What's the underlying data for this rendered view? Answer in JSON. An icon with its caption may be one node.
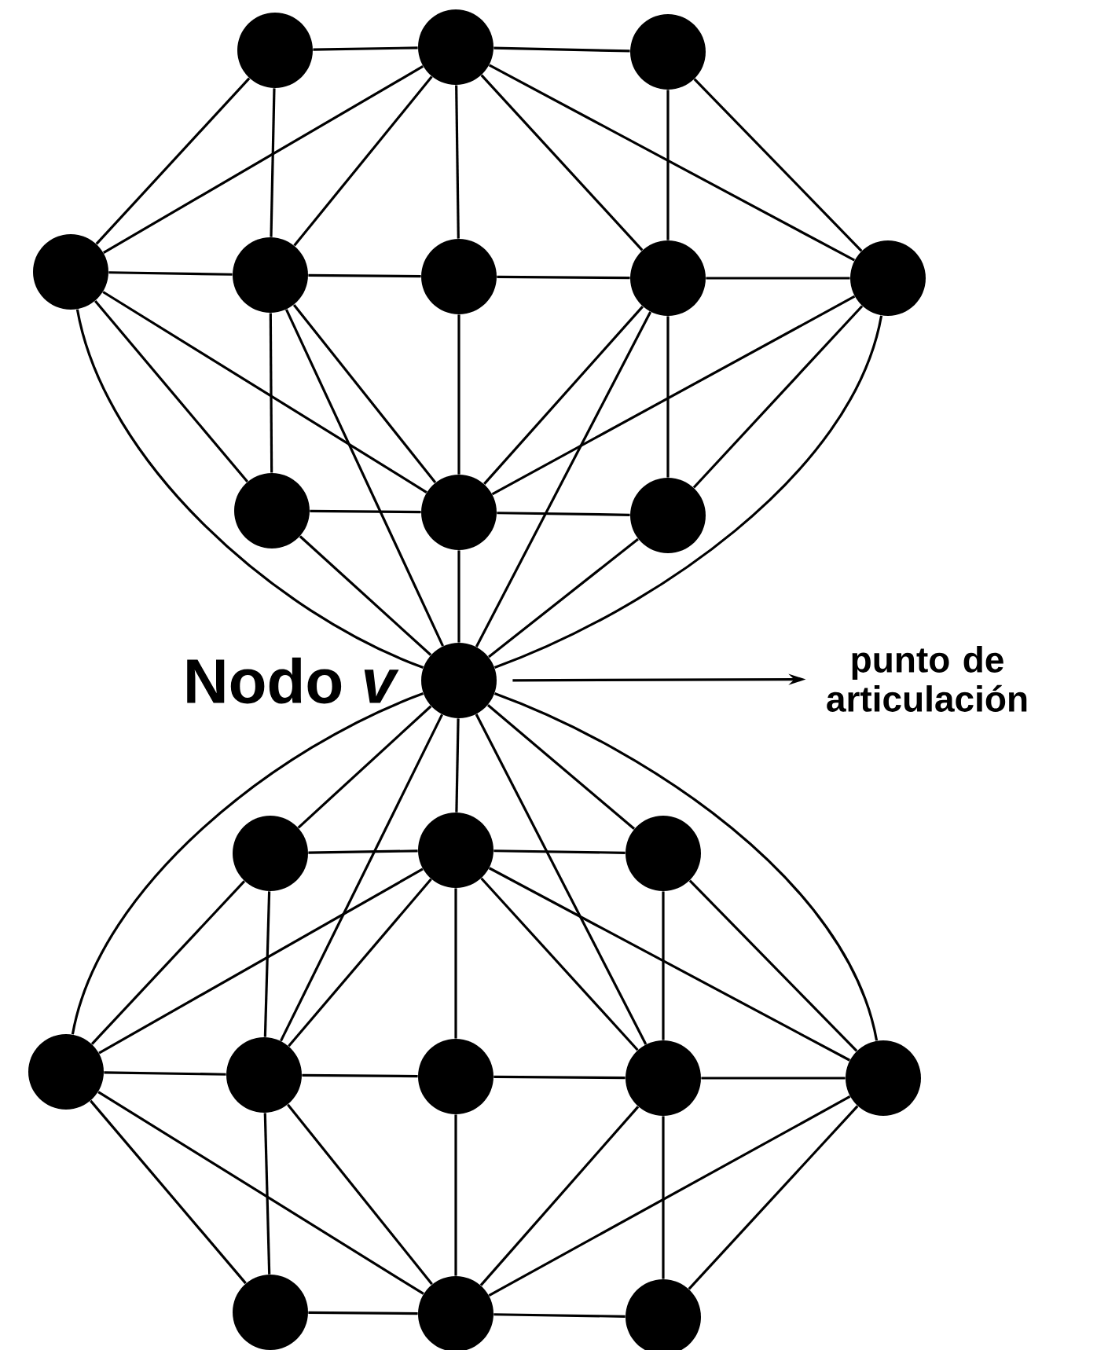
{
  "diagram": {
    "nodes": [
      {
        "text": [],
        "shape": "circle"
      },
      {
        "text": [],
        "shape": "circle"
      },
      {
        "text": [],
        "shape": "circle"
      },
      {
        "text": [],
        "shape": "circle"
      },
      {
        "text": [],
        "shape": "circle"
      },
      {
        "text": [],
        "shape": "circle"
      },
      {
        "text": [],
        "shape": "circle"
      },
      {
        "text": [],
        "shape": "circle"
      },
      {
        "text": [],
        "shape": "circle"
      },
      {
        "text": [],
        "shape": "circle"
      },
      {
        "text": [],
        "shape": "circle"
      },
      {
        "text": [],
        "shape": "circle",
        "beside": [
          "Nodo *v*"
        ]
      },
      {
        "text": [
          "punto de articulación"
        ]
      },
      {
        "text": [],
        "shape": "circle"
      },
      {
        "text": [],
        "shape": "circle"
      },
      {
        "text": [],
        "shape": "circle"
      },
      {
        "text": [],
        "shape": "circle"
      },
      {
        "text": [],
        "shape": "circle"
      },
      {
        "text": [],
        "shape": "circle"
      },
      {
        "text": [],
        "shape": "circle"
      },
      {
        "text": [],
        "shape": "circle"
      },
      {
        "text": [],
        "shape": "circle"
      },
      {
        "text": [],
        "shape": "circle"
      },
      {
        "text": [],
        "shape": "circle"
      }
    ],
    "edges": [
      {
        "from": 0,
        "to": 1,
        "arrow": "none"
      },
      {
        "from": 1,
        "to": 2,
        "arrow": "none"
      },
      {
        "from": 0,
        "to": 3,
        "arrow": "none"
      },
      {
        "from": 0,
        "to": 4,
        "arrow": "none"
      },
      {
        "from": 1,
        "to": 3,
        "arrow": "none"
      },
      {
        "from": 1,
        "to": 4,
        "arrow": "none"
      },
      {
        "from": 1,
        "to": 5,
        "arrow": "none"
      },
      {
        "from": 1,
        "to": 6,
        "arrow": "none"
      },
      {
        "from": 1,
        "to": 7,
        "arrow": "none"
      },
      {
        "from": 2,
        "to": 6,
        "arrow": "none"
      },
      {
        "from": 2,
        "to": 7,
        "arrow": "none"
      },
      {
        "from": 3,
        "to": 4,
        "arrow": "none"
      },
      {
        "from": 4,
        "to": 5,
        "arrow": "none"
      },
      {
        "from": 5,
        "to": 6,
        "arrow": "none"
      },
      {
        "from": 6,
        "to": 7,
        "arrow": "none"
      },
      {
        "from": 3,
        "to": 11,
        "arrow": "none"
      },
      {
        "from": 3,
        "to": 8,
        "arrow": "none"
      },
      {
        "from": 3,
        "to": 9,
        "arrow": "none"
      },
      {
        "from": 4,
        "to": 8,
        "arrow": "none"
      },
      {
        "from": 4,
        "to": 11,
        "arrow": "none"
      },
      {
        "from": 4,
        "to": 9,
        "arrow": "none"
      },
      {
        "from": 5,
        "to": 9,
        "arrow": "none"
      },
      {
        "from": 6,
        "to": 9,
        "arrow": "none"
      },
      {
        "from": 6,
        "to": 11,
        "arrow": "none"
      },
      {
        "from": 6,
        "to": 10,
        "arrow": "none"
      },
      {
        "from": 7,
        "to": 9,
        "arrow": "none"
      },
      {
        "from": 7,
        "to": 10,
        "arrow": "none"
      },
      {
        "from": 7,
        "to": 11,
        "arrow": "none"
      },
      {
        "from": 8,
        "to": 9,
        "arrow": "none"
      },
      {
        "from": 9,
        "to": 10,
        "arrow": "none"
      },
      {
        "from": 8,
        "to": 11,
        "arrow": "none"
      },
      {
        "from": 9,
        "to": 11,
        "arrow": "none"
      },
      {
        "from": 10,
        "to": 11,
        "arrow": "none"
      },
      {
        "from": 11,
        "to": 12,
        "arrow": "to"
      },
      {
        "from": 11,
        "to": 16,
        "arrow": "none"
      },
      {
        "from": 11,
        "to": 13,
        "arrow": "none"
      },
      {
        "from": 11,
        "to": 17,
        "arrow": "none"
      },
      {
        "from": 11,
        "to": 14,
        "arrow": "none"
      },
      {
        "from": 11,
        "to": 19,
        "arrow": "none"
      },
      {
        "from": 11,
        "to": 15,
        "arrow": "none"
      },
      {
        "from": 11,
        "to": 20,
        "arrow": "none"
      },
      {
        "from": 13,
        "to": 14,
        "arrow": "none"
      },
      {
        "from": 14,
        "to": 15,
        "arrow": "none"
      },
      {
        "from": 13,
        "to": 16,
        "arrow": "none"
      },
      {
        "from": 13,
        "to": 17,
        "arrow": "none"
      },
      {
        "from": 14,
        "to": 16,
        "arrow": "none"
      },
      {
        "from": 14,
        "to": 17,
        "arrow": "none"
      },
      {
        "from": 14,
        "to": 18,
        "arrow": "none"
      },
      {
        "from": 14,
        "to": 19,
        "arrow": "none"
      },
      {
        "from": 14,
        "to": 20,
        "arrow": "none"
      },
      {
        "from": 15,
        "to": 19,
        "arrow": "none"
      },
      {
        "from": 15,
        "to": 20,
        "arrow": "none"
      },
      {
        "from": 16,
        "to": 17,
        "arrow": "none"
      },
      {
        "from": 17,
        "to": 18,
        "arrow": "none"
      },
      {
        "from": 18,
        "to": 19,
        "arrow": "none"
      },
      {
        "from": 19,
        "to": 20,
        "arrow": "none"
      },
      {
        "from": 16,
        "to": 21,
        "arrow": "none"
      },
      {
        "from": 16,
        "to": 22,
        "arrow": "none"
      },
      {
        "from": 17,
        "to": 21,
        "arrow": "none"
      },
      {
        "from": 17,
        "to": 22,
        "arrow": "none"
      },
      {
        "from": 18,
        "to": 22,
        "arrow": "none"
      },
      {
        "from": 19,
        "to": 22,
        "arrow": "none"
      },
      {
        "from": 19,
        "to": 23,
        "arrow": "none"
      },
      {
        "from": 20,
        "to": 22,
        "arrow": "none"
      },
      {
        "from": 20,
        "to": 23,
        "arrow": "none"
      },
      {
        "from": 21,
        "to": 22,
        "arrow": "none"
      },
      {
        "from": 22,
        "to": 23,
        "arrow": "none"
      }
    ]
  }
}
